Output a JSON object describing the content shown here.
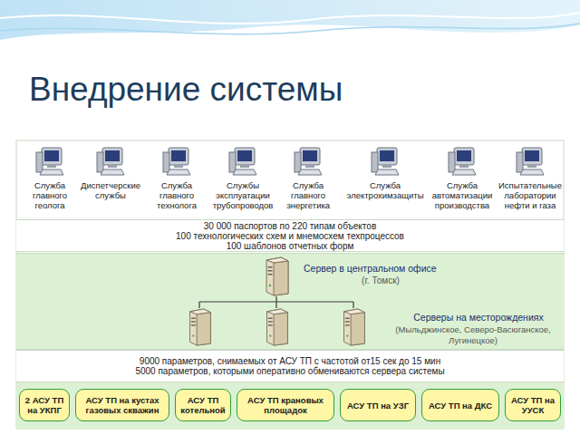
{
  "diagram": {
    "title": "Внедрение системы",
    "nodes": [
      {
        "text": [
          "30 000 паспортов по 220 типам объектов",
          "100 технологических схем и мнемосхем техпроцессов",
          "100 шаблонов отчетных форм"
        ]
      },
      {
        "text": [
          "Сервер в центральном офисе",
          "(г. Томск)",
          "Серверы на месторождениях",
          "(Мыльджинское, Северо-Васюганское, Лугинецкое)"
        ]
      },
      {
        "text": [
          "9000 параметров, снимаемых от АСУ ТП с частотой от15 сек до 15 мин",
          "5000 параметров, которыми оперативно обмениваются сервера системы"
        ]
      },
      {
        "text": [
          "2 АСУ ТП на УКПГ"
        ]
      },
      {
        "text": [
          "АСУ ТП на кустах газовых скважин"
        ]
      },
      {
        "text": [
          "АСУ ТП котельной"
        ]
      },
      {
        "text": [
          "АСУ ТП крановых площадок"
        ]
      },
      {
        "text": [
          "АСУ ТП на УЗГ"
        ]
      },
      {
        "text": [
          "АСУ ТП на ДКС"
        ]
      },
      {
        "text": [
          "АСУ ТП на УУСК"
        ]
      }
    ],
    "labels": [
      "Служба главного геолога",
      "Диспетчерские службы",
      "Служба главного технолога",
      "Службы эксплуатации трубопроводов",
      "Служба главного энергетика",
      "Служба электрохимзащиты",
      "Служба автоматизации производства",
      "Испытательные лаборатории нефти и газа"
    ]
  }
}
